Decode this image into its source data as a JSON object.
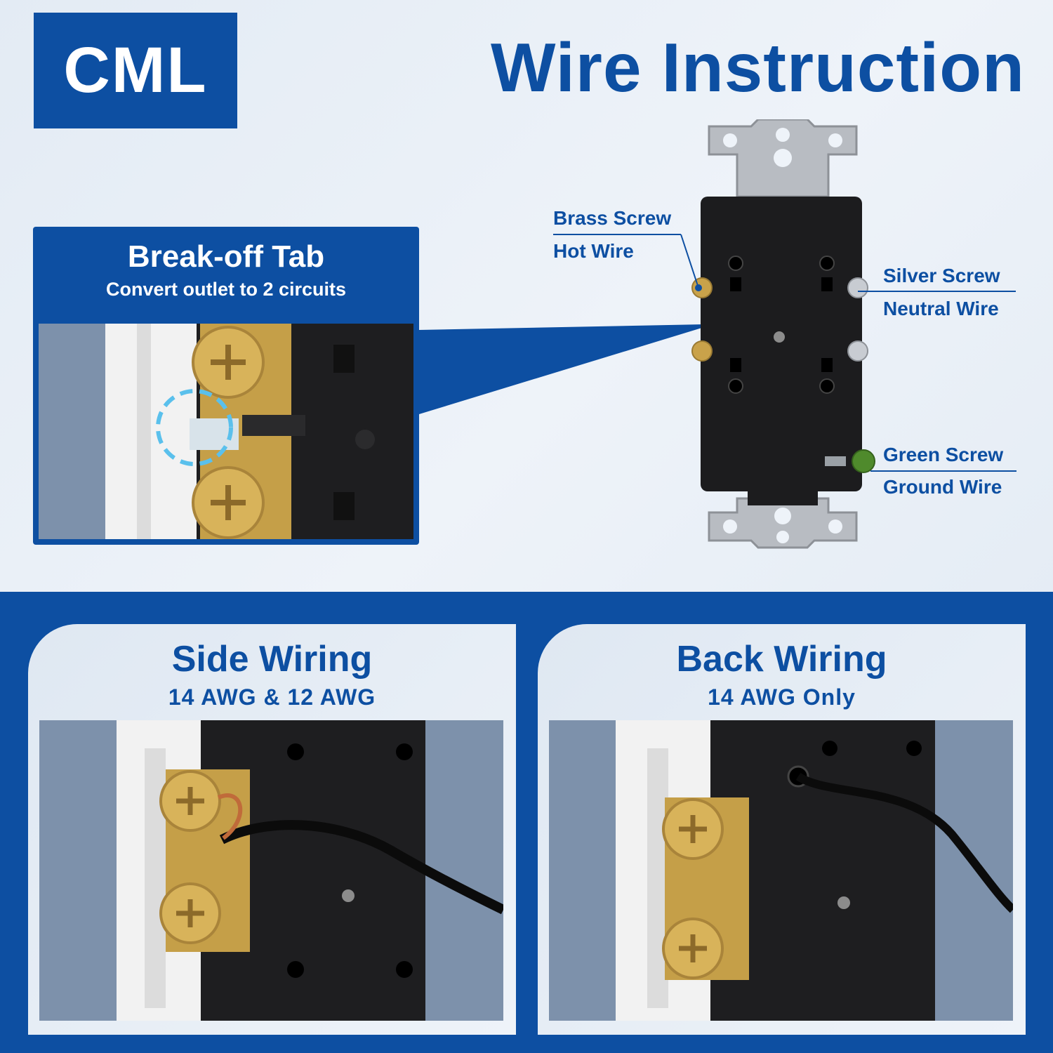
{
  "brand": {
    "logo_text": "CML"
  },
  "header": {
    "title": "Wire Instruction"
  },
  "breakoff_tab": {
    "title": "Break-off Tab",
    "subtitle": "Convert outlet to 2 circuits"
  },
  "outlet_labels": {
    "brass": {
      "screw": "Brass Screw",
      "wire": "Hot Wire"
    },
    "silver": {
      "screw": "Silver Screw",
      "wire": "Neutral Wire"
    },
    "green": {
      "screw": "Green Screw",
      "wire": "Ground Wire"
    }
  },
  "side_wiring": {
    "title": "Side Wiring",
    "subtitle": "14 AWG & 12 AWG"
  },
  "back_wiring": {
    "title": "Back Wiring",
    "subtitle": "14 AWG Only"
  },
  "colors": {
    "brand_blue": "#0d4fa2",
    "background": "#e3ebf4",
    "brass": "#c9a24a",
    "silver": "#c8ccd2",
    "green_screw": "#4f8a2c",
    "outlet_body": "#1c1c1e"
  }
}
